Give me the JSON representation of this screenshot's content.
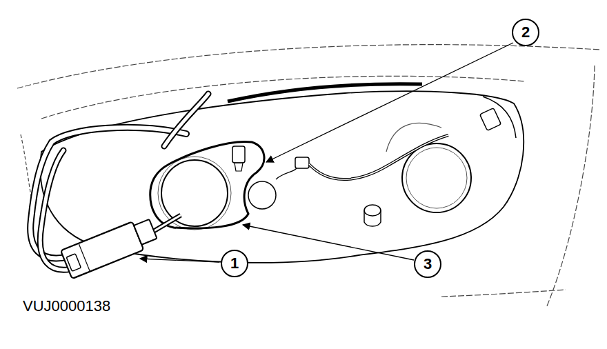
{
  "diagram": {
    "labels": [
      "1",
      "2",
      "3",
      "VUJ0000138"
    ]
  }
}
